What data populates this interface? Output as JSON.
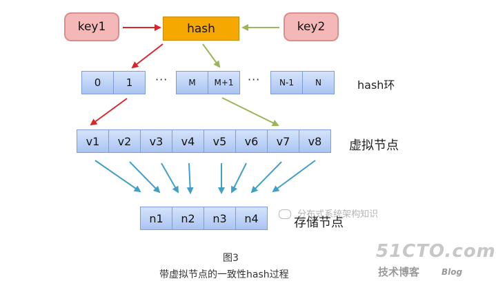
{
  "keys": {
    "key1": "key1",
    "key2": "key2"
  },
  "hash_box": "hash",
  "hash_ring": {
    "cells_left": [
      "0",
      "1"
    ],
    "dots1": "···",
    "cells_mid": [
      "M",
      "M+1"
    ],
    "dots2": "···",
    "cells_right": [
      "N-1",
      "N"
    ],
    "label": "hash环"
  },
  "virtual_nodes": {
    "cells": [
      "v1",
      "v2",
      "v3",
      "v4",
      "v5",
      "v6",
      "v7",
      "v8"
    ],
    "label": "虚拟节点"
  },
  "storage_nodes": {
    "cells": [
      "n1",
      "n2",
      "n3",
      "n4"
    ],
    "label": "存储节点"
  },
  "caption": {
    "figure": "图3",
    "text": "带虚拟节点的一致性hash过程"
  },
  "watermark": {
    "text": "分布式系统架构知识",
    "brand": "51CTO.com",
    "brand_sub": "技术博客",
    "brand_blog": "Blog"
  },
  "colors": {
    "red_arrow": "#d9262a",
    "green_arrow": "#9bb55a",
    "teal_arrow": "#3f9fc4",
    "key_fill": "#f5b8b8",
    "hash_fill": "#f5a800",
    "cell_fill": "#b8cef5"
  }
}
